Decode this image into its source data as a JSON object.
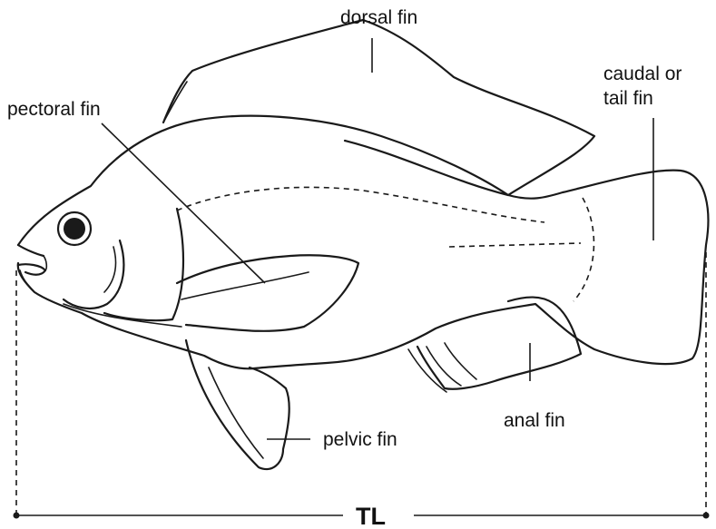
{
  "labels": {
    "dorsal_fin": "dorsal fin",
    "pectoral_fin": "pectoral fin",
    "caudal_fin_line1": "caudal or",
    "caudal_fin_line2": "tail fin",
    "anal_fin": "anal fin",
    "pelvic_fin": "pelvic fin",
    "total_length": "TL"
  },
  "colors": {
    "ink": "#1a1a1a",
    "background": "#ffffff"
  }
}
